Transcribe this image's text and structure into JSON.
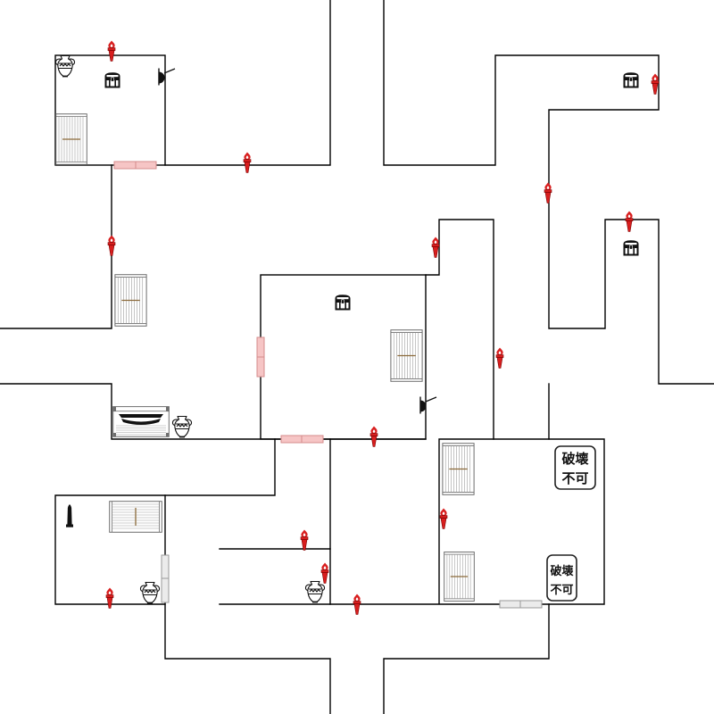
{
  "map": {
    "background": "#ffffff",
    "wall_color": "#000000"
  },
  "colors": {
    "torch": "#d81e1e",
    "torch_edge": "#7a0000",
    "door_pink": "#f6c5c5",
    "door_pink_edge": "#d48b8b",
    "door_gray": "#ebebeb",
    "door_gray_edge": "#9a9a9a",
    "bench_trim": "#8b6a3a",
    "icon_dark": "#111111"
  },
  "icons": [
    "torch-icon",
    "treasure-chest-icon",
    "vase-icon",
    "bench-icon",
    "couch-icon",
    "bell-icon",
    "statue-icon",
    "door-icon"
  ],
  "badges": [
    {
      "line1": "破壊",
      "line2": "不可"
    },
    {
      "line1": "破壊",
      "line2": "不可"
    }
  ]
}
